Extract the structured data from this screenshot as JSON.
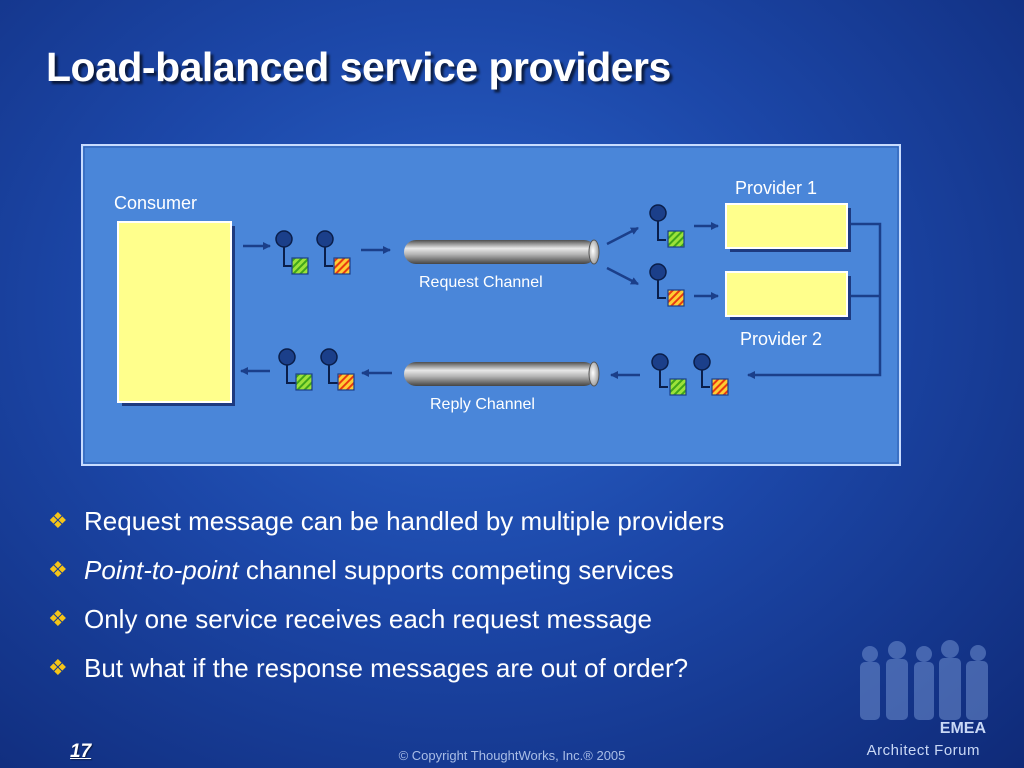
{
  "slide": {
    "title": "Load-balanced service providers",
    "page_number": "17",
    "copyright": "© Copyright ThoughtWorks, Inc.®  2005"
  },
  "diagram": {
    "consumer_label": "Consumer",
    "provider1_label": "Provider 1",
    "provider2_label": "Provider 2",
    "request_channel_label": "Request Channel",
    "reply_channel_label": "Reply Channel"
  },
  "bullets": [
    {
      "emphasis": "",
      "text": "Request message can be handled by multiple providers"
    },
    {
      "emphasis": "Point-to-point",
      "text": " channel supports competing services"
    },
    {
      "emphasis": "",
      "text": "Only one service receives each request message"
    },
    {
      "emphasis": "",
      "text": "But what if the response messages are out of order?"
    }
  ],
  "logo": {
    "line1": "EMEA",
    "line2": "Architect Forum"
  },
  "colors": {
    "background": "#1c47a8",
    "panel": "#4a86d9",
    "box_fill": "#ffff8c",
    "bullet_marker": "#f5c518"
  }
}
